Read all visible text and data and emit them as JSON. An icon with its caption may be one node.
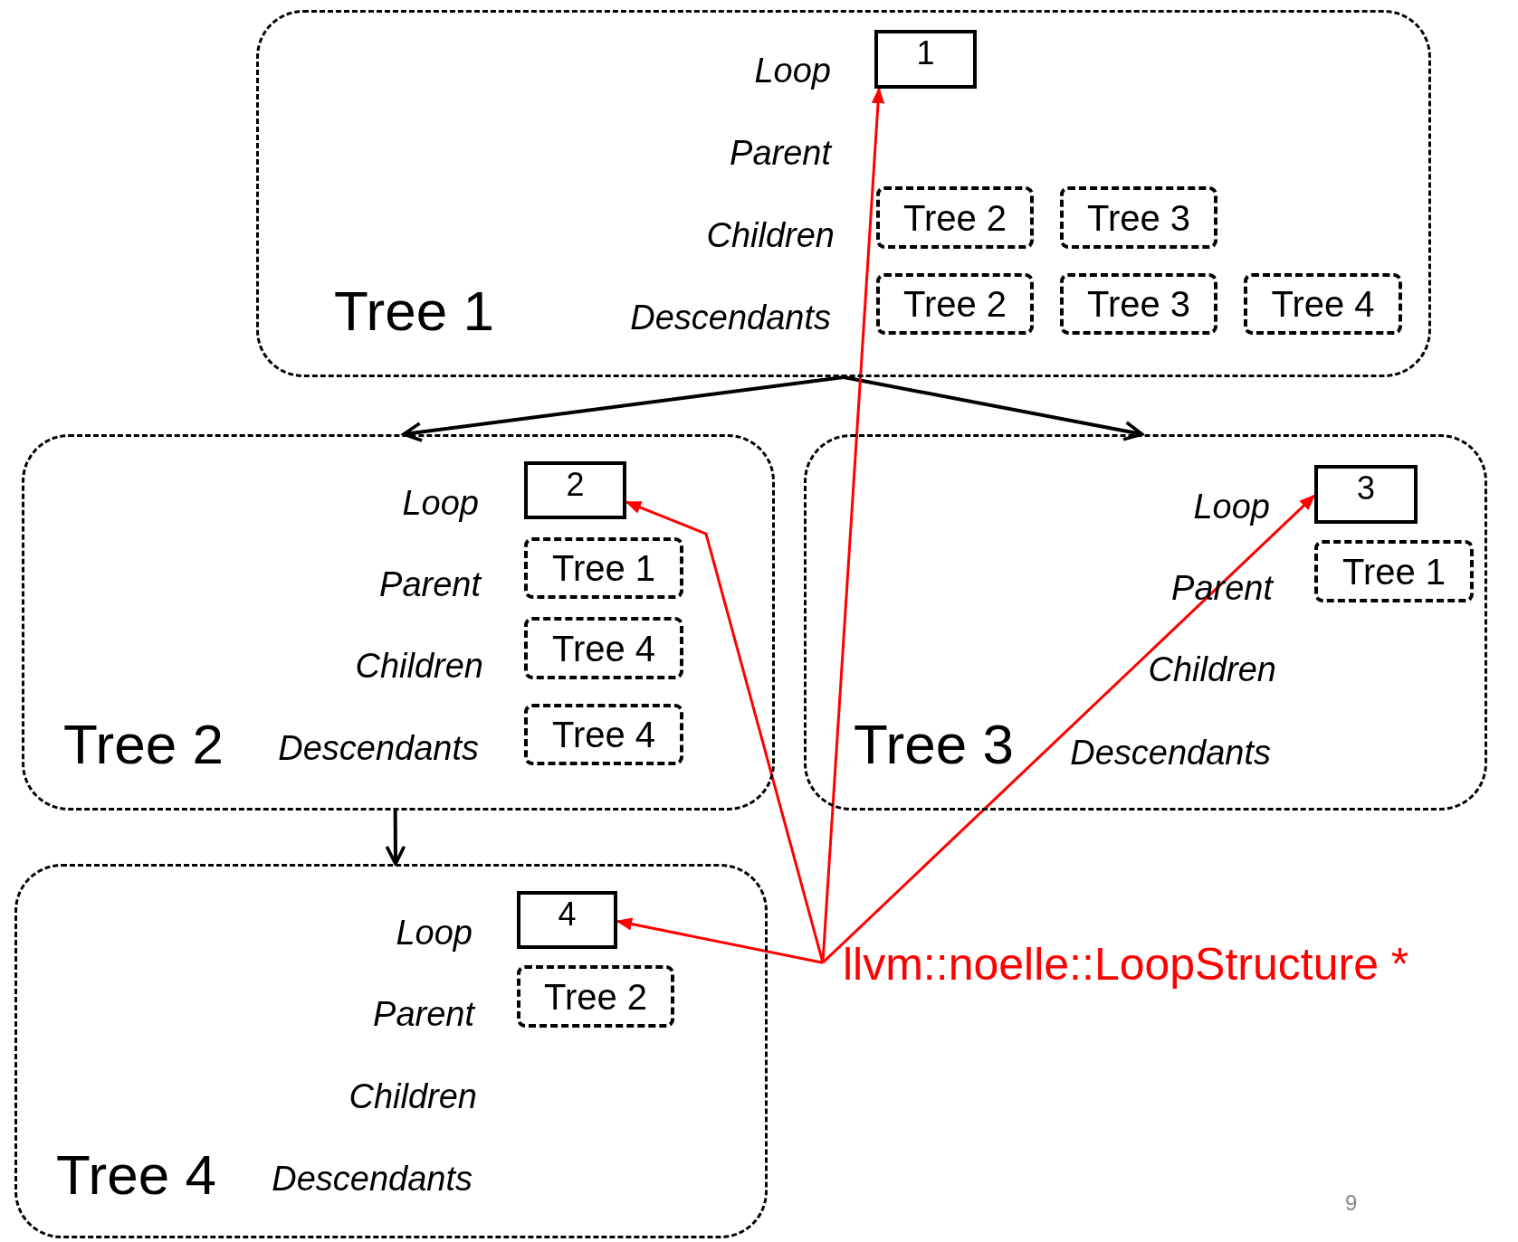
{
  "diagram": {
    "nodes": [
      {
        "text": [
          "Tree 1",
          "Loop",
          "Parent",
          "Children",
          "Descendants"
        ]
      },
      {
        "text": [
          "1"
        ],
        "in": 0
      },
      {
        "text": [
          "Tree 2"
        ],
        "in": 0
      },
      {
        "text": [
          "Tree 3"
        ],
        "in": 0
      },
      {
        "text": [
          "Tree 2"
        ],
        "in": 0
      },
      {
        "text": [
          "Tree 3"
        ],
        "in": 0
      },
      {
        "text": [
          "Tree 4"
        ],
        "in": 0
      },
      {
        "text": [
          "Tree 2",
          "Loop",
          "Parent",
          "Children",
          "Descendants"
        ]
      },
      {
        "text": [
          "2"
        ],
        "in": 7
      },
      {
        "text": [
          "Tree 1"
        ],
        "in": 7
      },
      {
        "text": [
          "Tree 4"
        ],
        "in": 7
      },
      {
        "text": [
          "Tree 4"
        ],
        "in": 7
      },
      {
        "text": [
          "Tree 3",
          "Loop",
          "Parent",
          "Children",
          "Descendants"
        ]
      },
      {
        "text": [
          "3"
        ],
        "in": 12
      },
      {
        "text": [
          "Tree 1"
        ],
        "in": 12
      },
      {
        "text": [
          "Tree 4",
          "Loop",
          "Parent",
          "Children",
          "Descendants"
        ]
      },
      {
        "text": [
          "4"
        ],
        "in": 15
      },
      {
        "text": [
          "Tree 2"
        ],
        "in": 15
      },
      {
        "text": [
          "llvm::noelle::LoopStructure *"
        ]
      }
    ],
    "edges": [
      {
        "from": 0,
        "to": 7,
        "arrow": "to",
        "color": "#000000"
      },
      {
        "from": 0,
        "to": 12,
        "arrow": "to",
        "color": "#000000"
      },
      {
        "from": 7,
        "to": 15,
        "arrow": "to",
        "color": "#000000"
      },
      {
        "from": 18,
        "to": 1,
        "arrow": "to"
      },
      {
        "from": 18,
        "to": 8,
        "arrow": "to"
      },
      {
        "from": 18,
        "to": 13,
        "arrow": "to"
      },
      {
        "from": 18,
        "to": 16,
        "arrow": "to"
      }
    ],
    "labels": [
      "9"
    ]
  }
}
